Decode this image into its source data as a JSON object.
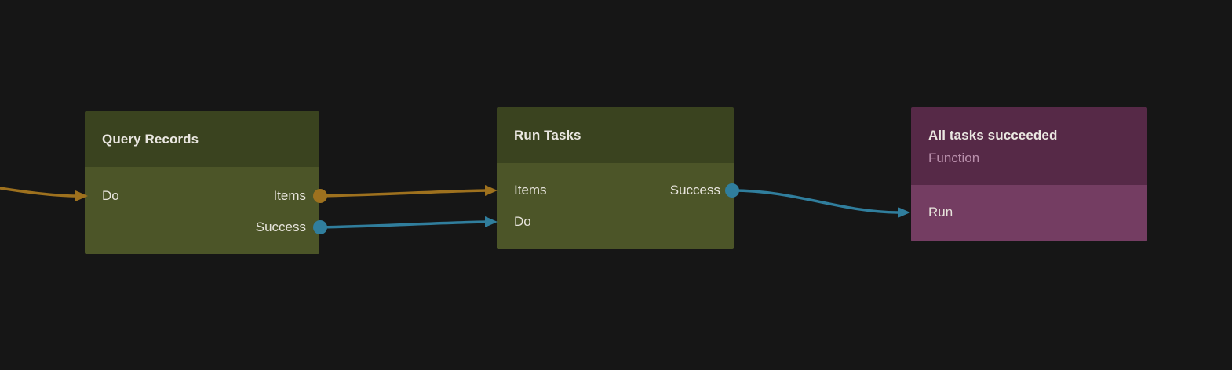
{
  "canvas": {
    "background": "#161616"
  },
  "colors": {
    "wire_orange": "#9e711e",
    "wire_blue": "#307e9d",
    "green_header": "#3a431f",
    "green_body": "#4c5528",
    "purple_header": "#562947",
    "purple_body": "#743d62",
    "title_text": "#eae7e1",
    "subtitle_text": "#b98fab"
  },
  "nodes": [
    {
      "title": "Query Records",
      "rows": [
        {
          "left": "Do",
          "right": "Items"
        },
        {
          "left": "",
          "right": "Success"
        }
      ]
    },
    {
      "title": "Run Tasks",
      "rows": [
        {
          "left": "Items",
          "right": "Success"
        },
        {
          "left": "Do",
          "right": ""
        }
      ]
    },
    {
      "title": "All tasks succeeded",
      "subtitle": "Function",
      "rows": [
        {
          "left": "Run",
          "right": ""
        }
      ]
    }
  ],
  "wires": [
    {
      "from": "offscreen-left",
      "to": "Query Records.Do",
      "color": "#9e711e"
    },
    {
      "from": "Query Records.Items",
      "to": "Run Tasks.Items",
      "color": "#9e711e"
    },
    {
      "from": "Query Records.Success",
      "to": "Run Tasks.Do",
      "color": "#307e9d"
    },
    {
      "from": "Run Tasks.Success",
      "to": "All tasks succeeded.Run",
      "color": "#307e9d"
    }
  ]
}
